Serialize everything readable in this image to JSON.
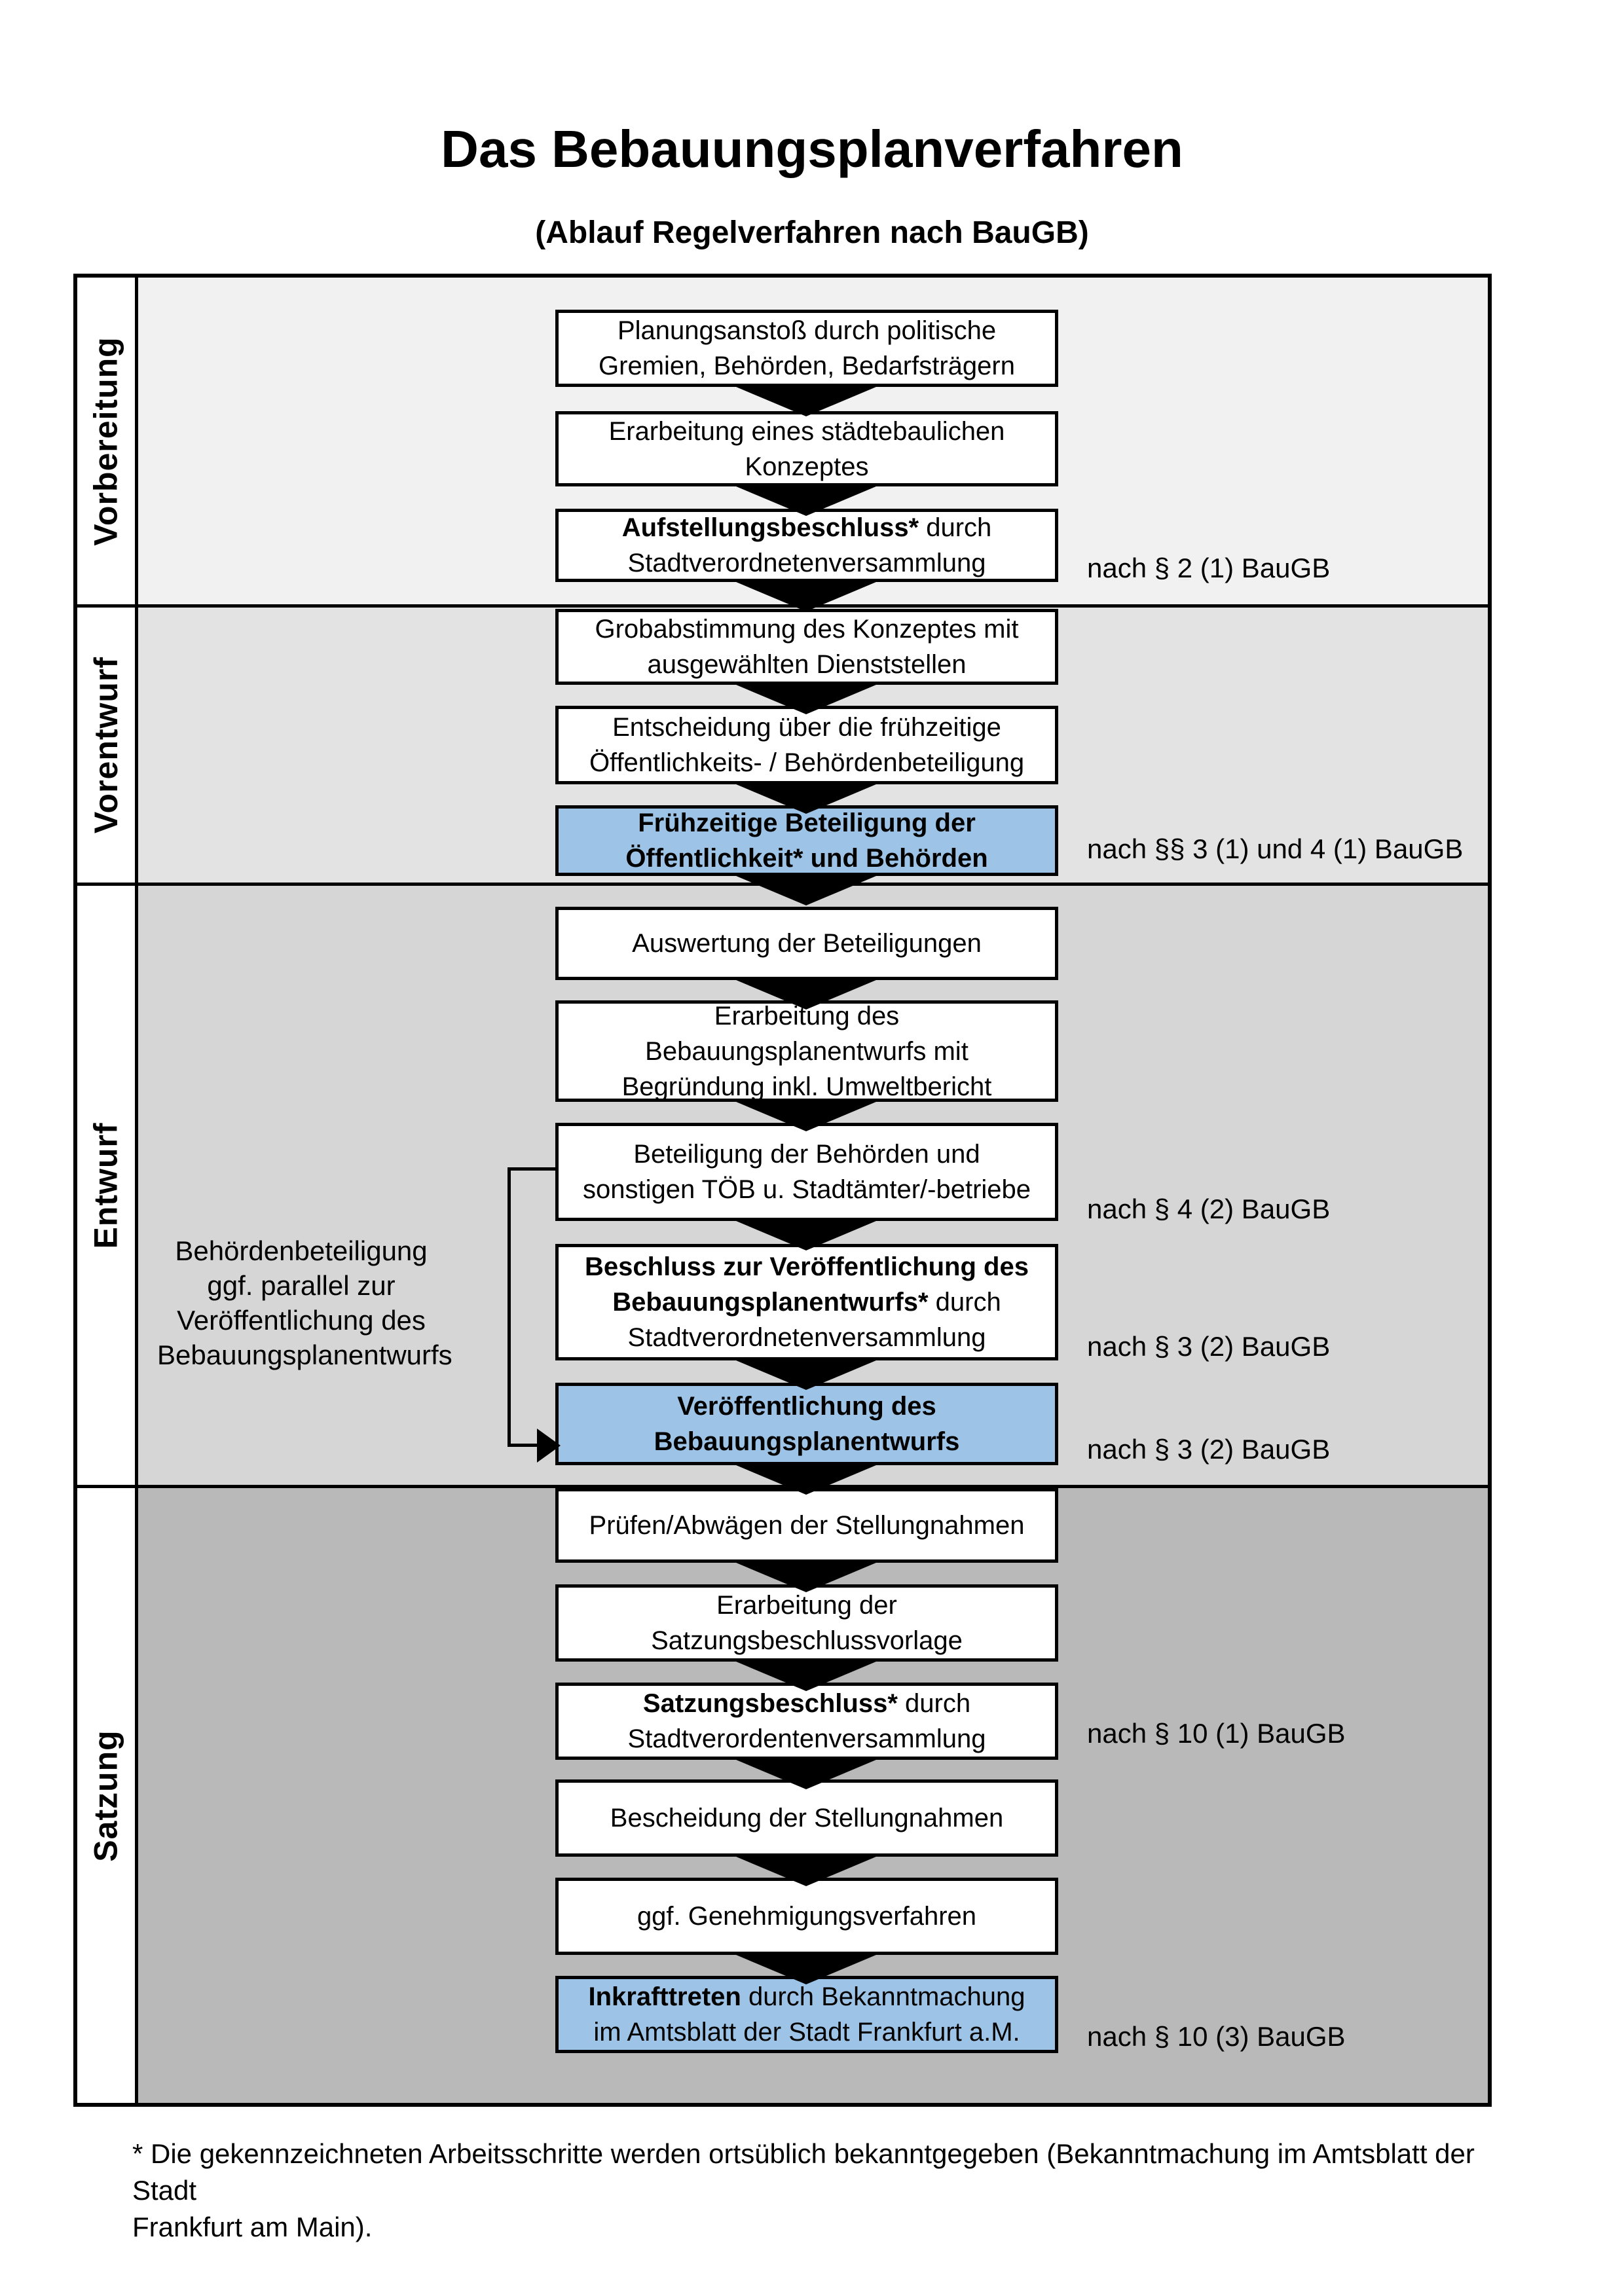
{
  "title": "Das Bebauungsplanverfahren",
  "subtitle": "(Ablauf Regelverfahren nach BauGB)",
  "colors": {
    "highlight_blue": "#9dc3e6",
    "phase1_bg": "#f1f1f1",
    "phase2_bg": "#e3e3e3",
    "phase3_bg": "#d6d6d6",
    "phase4_bg": "#b9b9b9",
    "box_border": "#000000"
  },
  "phases": [
    {
      "label": "Vorbereitung"
    },
    {
      "label": "Vorentwurf"
    },
    {
      "label": "Entwurf"
    },
    {
      "label": "Satzung"
    }
  ],
  "flow": {
    "steps": [
      {
        "lead": "",
        "rest": "Planungsanstoß durch politische\nGremien, Behörden, Bedarfsträgern",
        "highlighted": false
      },
      {
        "lead": "",
        "rest": "Erarbeitung eines städtebaulichen\nKonzeptes",
        "highlighted": false
      },
      {
        "lead": "Aufstellungsbeschluss*",
        "rest": " durch\nStadtverordnetenversammlung",
        "highlighted": false
      },
      {
        "lead": "",
        "rest": "Grobabstimmung des Konzeptes mit\nausgewählten Dienststellen",
        "highlighted": false
      },
      {
        "lead": "",
        "rest": "Entscheidung über die frühzeitige\nÖffentlichkeits- / Behördenbeteiligung",
        "highlighted": false
      },
      {
        "lead": "Frühzeitige Beteiligung der\nÖffentlichkeit* und Behörden",
        "rest": "",
        "highlighted": true
      },
      {
        "lead": "",
        "rest": "Auswertung der Beteiligungen",
        "highlighted": false
      },
      {
        "lead": "",
        "rest": "Erarbeitung des\nBebauungsplanentwurfs mit\nBegründung inkl. Umweltbericht",
        "highlighted": false
      },
      {
        "lead": "",
        "rest": "Beteiligung der Behörden und\nsonstigen TÖB u. Stadtämter/-betriebe",
        "highlighted": false
      },
      {
        "lead": "Beschluss zur Veröffentlichung des\nBebauungsplanentwurfs*",
        "rest": " durch\nStadtverordnetenversammlung",
        "highlighted": false
      },
      {
        "lead": "Veröffentlichung des\nBebauungsplanentwurfs",
        "rest": "",
        "highlighted": true
      },
      {
        "lead": "",
        "rest": "Prüfen/Abwägen der Stellungnahmen",
        "highlighted": false
      },
      {
        "lead": "",
        "rest": "Erarbeitung der\nSatzungsbeschlussvorlage",
        "highlighted": false
      },
      {
        "lead": "Satzungsbeschluss*",
        "rest": " durch\nStadtverordentenversammlung",
        "highlighted": false
      },
      {
        "lead": "",
        "rest": "Bescheidung der Stellungnahmen",
        "highlighted": false
      },
      {
        "lead": "",
        "rest": "ggf. Genehmigungsverfahren",
        "highlighted": false
      },
      {
        "lead": "Inkrafttreten",
        "rest": " durch Bekanntmachung\nim Amtsblatt der Stadt Frankfurt a.M.",
        "highlighted": true
      }
    ]
  },
  "references": [
    "nach § 2 (1) BauGB",
    "nach §§ 3 (1) und 4 (1) BauGB",
    "nach § 4 (2) BauGB",
    "nach § 3 (2) BauGB",
    "nach § 3 (2) BauGB",
    "nach § 10 (1) BauGB",
    "nach § 10 (3) BauGB"
  ],
  "side_note": "Behördenbeteiligung\nggf. parallel zur\nVeröffentlichung des\nBebauungsplanentwurfs",
  "footnote": "* Die gekennzeichneten Arbeitsschritte werden ortsüblich bekanntgegeben (Bekanntmachung im Amtsblatt  der Stadt\nFrankfurt am Main)."
}
